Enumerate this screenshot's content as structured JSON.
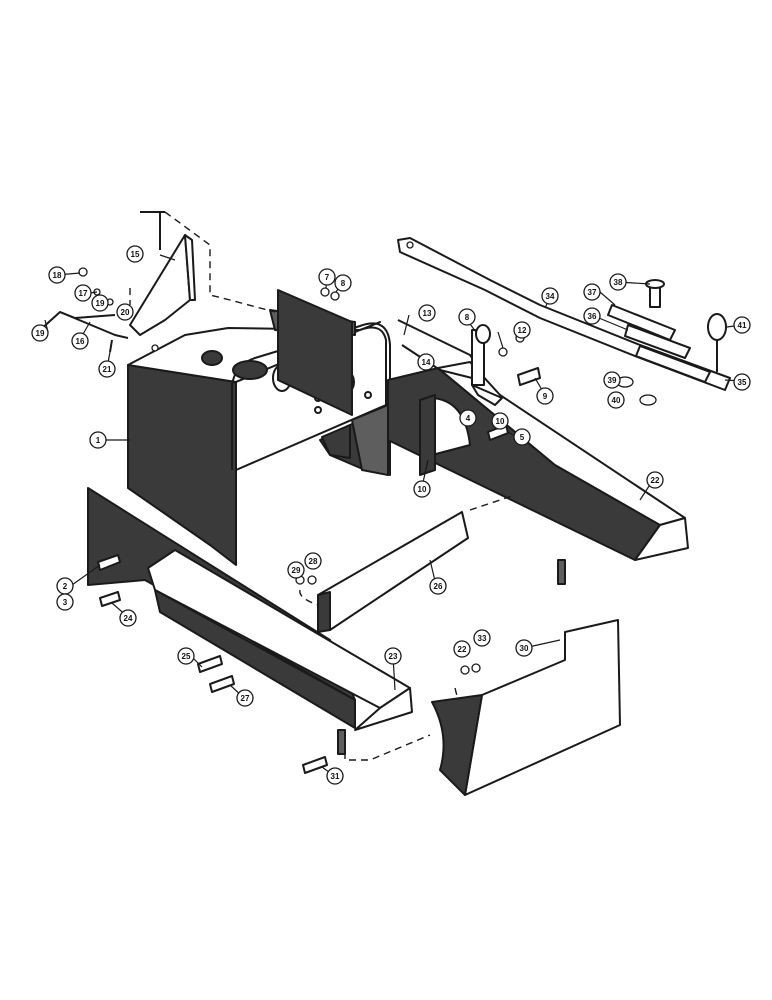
{
  "diagram": {
    "callouts": [
      {
        "id": "c1",
        "label": "1"
      },
      {
        "id": "c2",
        "label": "2"
      },
      {
        "id": "c3",
        "label": "3"
      },
      {
        "id": "c4",
        "label": "4"
      },
      {
        "id": "c5",
        "label": "5"
      },
      {
        "id": "c7",
        "label": "7"
      },
      {
        "id": "c8",
        "label": "8"
      },
      {
        "id": "c8b",
        "label": "8"
      },
      {
        "id": "c9",
        "label": "9"
      },
      {
        "id": "c10",
        "label": "10"
      },
      {
        "id": "c11",
        "label": "10"
      },
      {
        "id": "c12",
        "label": "12"
      },
      {
        "id": "c13",
        "label": "13"
      },
      {
        "id": "c14",
        "label": "14"
      },
      {
        "id": "c15",
        "label": "15"
      },
      {
        "id": "c16",
        "label": "16"
      },
      {
        "id": "c17",
        "label": "17"
      },
      {
        "id": "c18",
        "label": "18"
      },
      {
        "id": "c19",
        "label": "19"
      },
      {
        "id": "c19b",
        "label": "19"
      },
      {
        "id": "c20",
        "label": "20"
      },
      {
        "id": "c21",
        "label": "21"
      },
      {
        "id": "c22",
        "label": "22"
      },
      {
        "id": "c22b",
        "label": "22"
      },
      {
        "id": "c23",
        "label": "23"
      },
      {
        "id": "c24",
        "label": "24"
      },
      {
        "id": "c25",
        "label": "25"
      },
      {
        "id": "c26",
        "label": "26"
      },
      {
        "id": "c27",
        "label": "27"
      },
      {
        "id": "c28",
        "label": "28"
      },
      {
        "id": "c29",
        "label": "29"
      },
      {
        "id": "c30",
        "label": "30"
      },
      {
        "id": "c31",
        "label": "31"
      },
      {
        "id": "c33",
        "label": "33"
      },
      {
        "id": "c34",
        "label": "34"
      },
      {
        "id": "c35",
        "label": "35"
      },
      {
        "id": "c36",
        "label": "36"
      },
      {
        "id": "c37",
        "label": "37"
      },
      {
        "id": "c38",
        "label": "38"
      },
      {
        "id": "c39",
        "label": "39"
      },
      {
        "id": "c40",
        "label": "40"
      },
      {
        "id": "c41",
        "label": "41"
      }
    ]
  }
}
